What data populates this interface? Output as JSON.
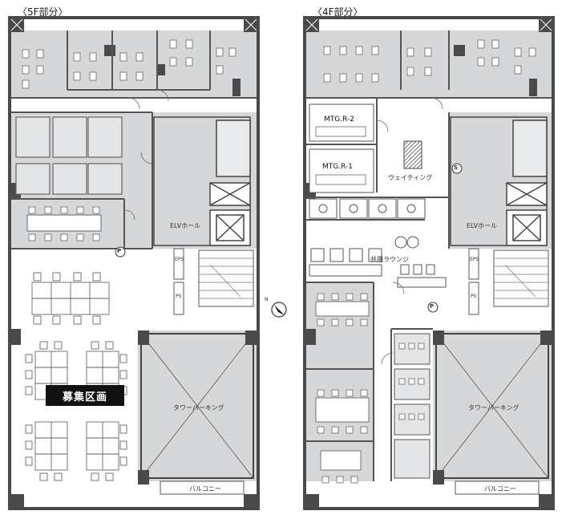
{
  "plans": [
    {
      "title": "〈5F部分〉",
      "labels": {
        "elv_hall": "ELVホール",
        "tower_parking": "タワーパーキング",
        "balcony": "バルコニー",
        "recruit_area": "募集区画",
        "eps": "EPS",
        "ps": "PS",
        "parking_mark": "P"
      }
    },
    {
      "title": "〈4F部分〉",
      "labels": {
        "elv_hall": "ELVホール",
        "tower_parking": "タワーパーキング",
        "balcony": "バルコニー",
        "mtg_room_2": "MTG.R-2",
        "mtg_room_1": "MTG.R-1",
        "waiting": "ウェイティング",
        "shared_lounge": "共用ラウンジ",
        "eps": "EPS",
        "ps": "PS",
        "parking_mark": "P",
        "shop_mark": "S"
      }
    }
  ],
  "compass": "N",
  "colors": {
    "wall": "#4a4a4a",
    "shaded": "#d6d7d8",
    "line": "#555555",
    "recruit_bg": "#111111"
  }
}
